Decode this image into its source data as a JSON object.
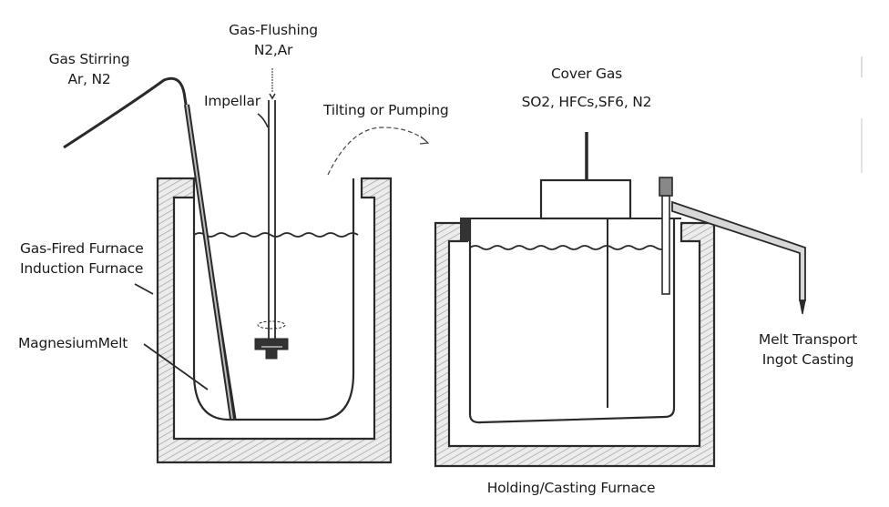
{
  "title": "Magnesium melting and casting process diagram",
  "labels": {
    "gas_stirring": {
      "line1": "Gas Stirring",
      "line2": "Ar, N2"
    },
    "gas_flushing": {
      "line1": "Gas-Flushing",
      "line2": "N2,Ar"
    },
    "impellar": "Impellar",
    "tilting": "Tilting or Pumping",
    "cover_gas": {
      "line1": "Cover Gas",
      "line2": "SO2, HFCs,SF6, N2"
    },
    "furnace_type": {
      "line1": "Gas-Fired Furnace",
      "line2": "Induction Furnace"
    },
    "magnesium_melt": "MagnesiumMelt",
    "melt_transport": {
      "line1": "Melt Transport",
      "line2": "Ingot Casting"
    },
    "holding_furnace": "Holding/Casting Furnace"
  },
  "colors": {
    "line": "#2a2a2a",
    "hatch": "#9a9a9a",
    "fill": "#e9e9e9",
    "background": "#ffffff"
  }
}
